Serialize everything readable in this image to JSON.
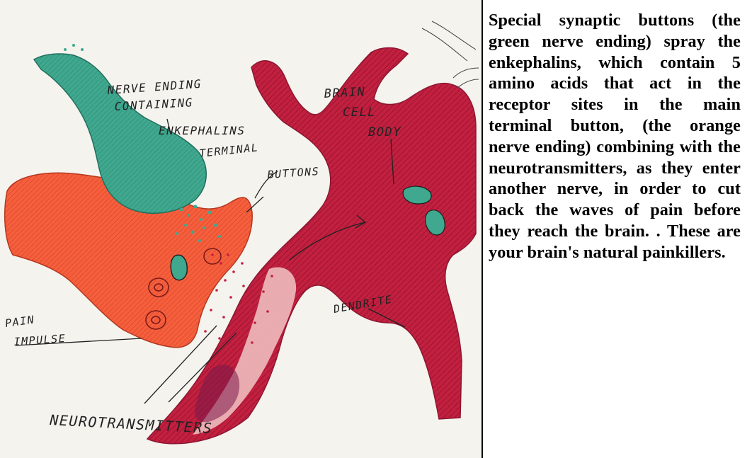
{
  "diagram": {
    "labels": {
      "nerve_ending_1": "NERVE ENDING",
      "nerve_ending_2": "CONTAINING",
      "nerve_ending_3": "ENKEPHALINS",
      "brain_cell_1": "BRAIN",
      "brain_cell_2": "CELL",
      "brain_cell_3": "BODY",
      "terminal_1": "TERMINAL",
      "terminal_2": "BUTTONS",
      "pain_1": "PAIN",
      "pain_2": "IMPULSE",
      "dendrite": "DENDRITE",
      "neurotransmitters": "NEUROTRANSMITTERS"
    },
    "colors": {
      "paper": "#f4f3ee",
      "green_nerve": "#3fa88f",
      "orange_nerve": "#f4603e",
      "brain_cell": "#c2203f",
      "ink": "#222222"
    }
  },
  "caption": {
    "text": "Special synaptic buttons (the green nerve ending) spray the enkephalins, which contain 5 amino acids that act in the receptor sites in the main terminal button, (the orange nerve ending) combining with the neurotransmitters, as they enter another nerve, in order to cut back the waves of pain before they reach the brain. . These are your brain's natural painkillers."
  }
}
